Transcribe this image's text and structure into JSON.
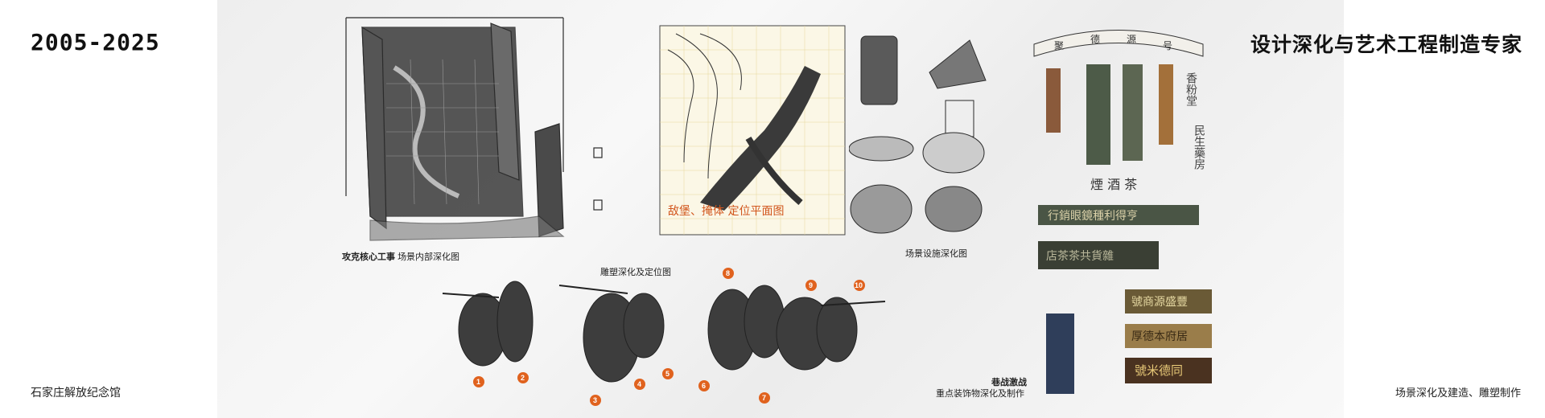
{
  "header": {
    "years": "2005-2025",
    "slogan": "设计深化与艺术工程制造专家"
  },
  "footer": {
    "venue": "石家庄解放纪念馆",
    "scope": "场景深化及建造、雕塑制作"
  },
  "captions": {
    "core_title": "攻克核心工事",
    "core_sub": "场景内部深化图",
    "sculpture": "雕塑深化及定位图",
    "facility": "场景设施深化图",
    "battle_title": "巷战激战",
    "battle_sub": "重点装饰物深化及制作"
  },
  "sketch_notes": {
    "handwritten": "敌堡、掩体 定位平面图"
  },
  "figure_numbers": [
    "1",
    "2",
    "3",
    "4",
    "5",
    "6",
    "7",
    "8",
    "9",
    "10"
  ],
  "plaques": {
    "arch": [
      "聚",
      "德",
      "源",
      "号"
    ],
    "sign1": "行銷眼鏡種利得亨",
    "sign2": "店茶茶共貨雜",
    "sign3": "號商源盛豐",
    "sign4": "厚德本府居",
    "sign5": "號米德同",
    "side1": "香粉堂",
    "side2": "民生藥房",
    "middle": "煙 酒 茶"
  },
  "colors": {
    "accent": "#e0621e",
    "ink": "#2b2b2b",
    "plaque_dark": "#3e4a3a",
    "plaque_gold": "#b08a45"
  }
}
